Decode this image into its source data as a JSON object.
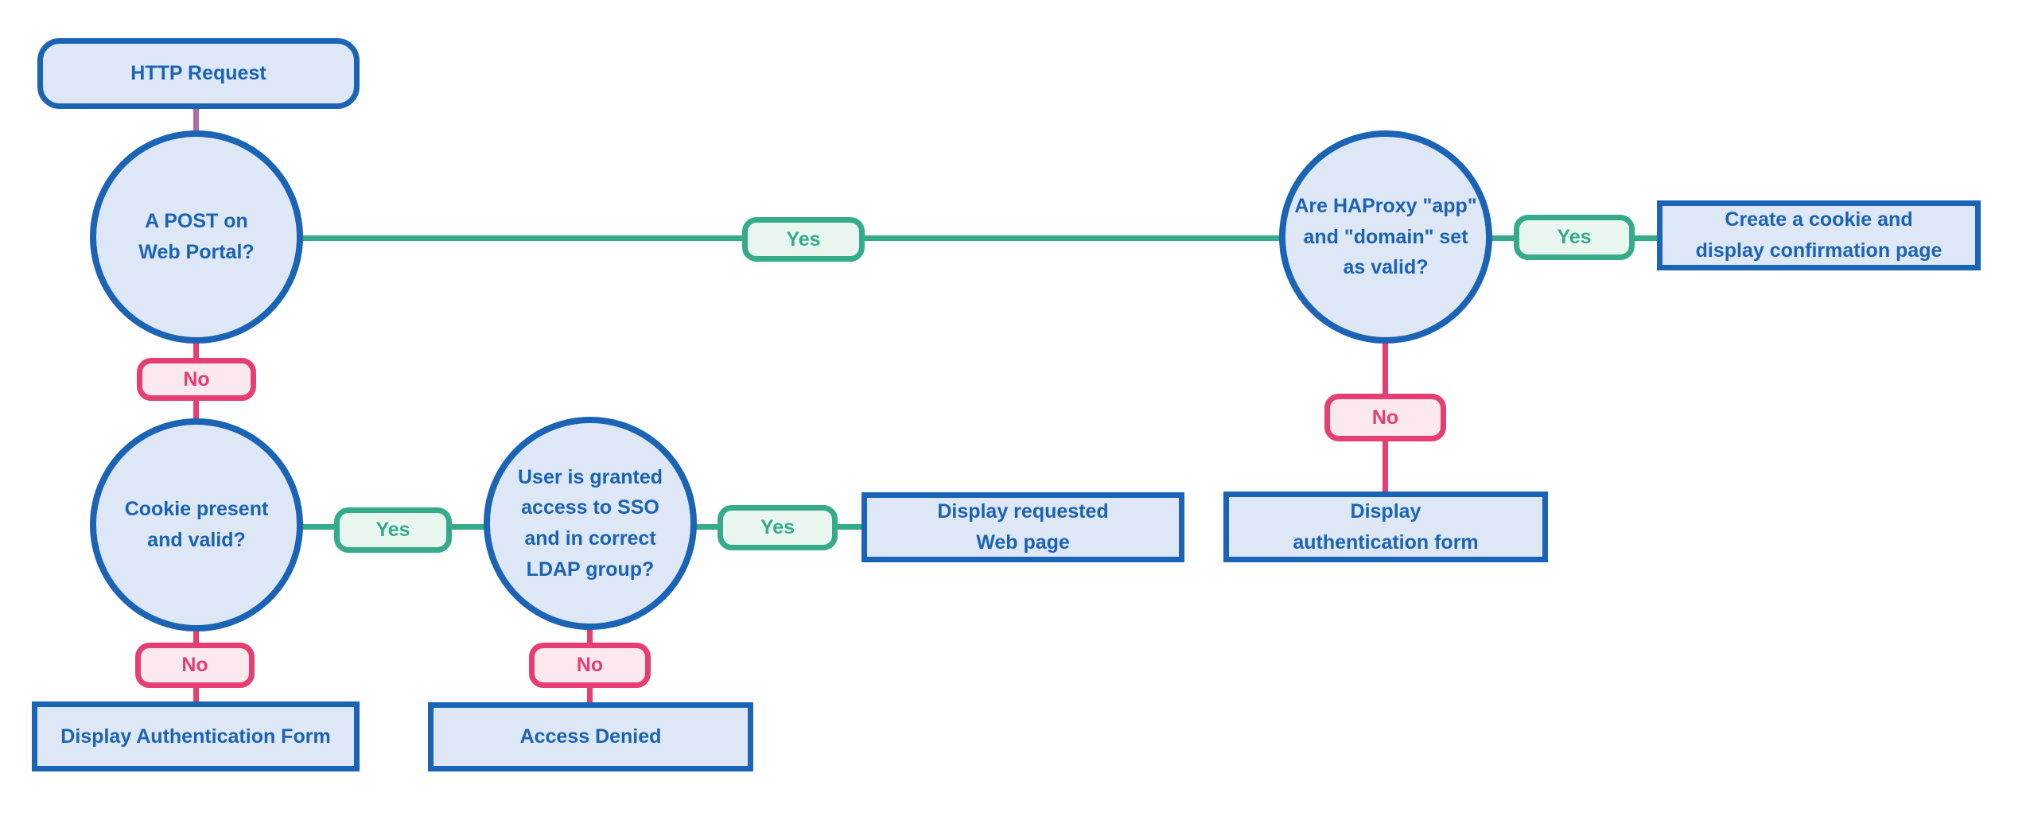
{
  "colors": {
    "blue": "#1a63b5",
    "blue_fill": "#dee7f6",
    "green": "#35ab8c",
    "green_fill": "#e9f6f0",
    "pink": "#e63d72",
    "pink_fill": "#fce9ef",
    "purple": "#ae6ba6",
    "background": "#ffffff"
  },
  "badges": {
    "yes": "Yes",
    "no": "No"
  },
  "nodes": {
    "http_request": {
      "label": "HTTP Request"
    },
    "post_on_web_portal": {
      "lines": [
        "A POST on",
        "Web Portal?"
      ]
    },
    "haproxy_valid": {
      "lines": [
        "Are HAProxy \"app\"",
        "and \"domain\" set",
        "as valid?"
      ]
    },
    "create_cookie": {
      "lines": [
        "Create a cookie and",
        "display confirmation page"
      ]
    },
    "display_auth_form_right": {
      "lines": [
        "Display",
        "authentication form"
      ]
    },
    "cookie_present": {
      "lines": [
        "Cookie present",
        "and valid?"
      ]
    },
    "user_granted": {
      "lines": [
        "User is granted",
        "access to SSO",
        "and in correct",
        "LDAP group?"
      ]
    },
    "display_requested": {
      "lines": [
        "Display requested",
        "Web page"
      ]
    },
    "display_auth_form_left": {
      "label": "Display Authentication Form"
    },
    "access_denied": {
      "label": "Access Denied"
    }
  }
}
